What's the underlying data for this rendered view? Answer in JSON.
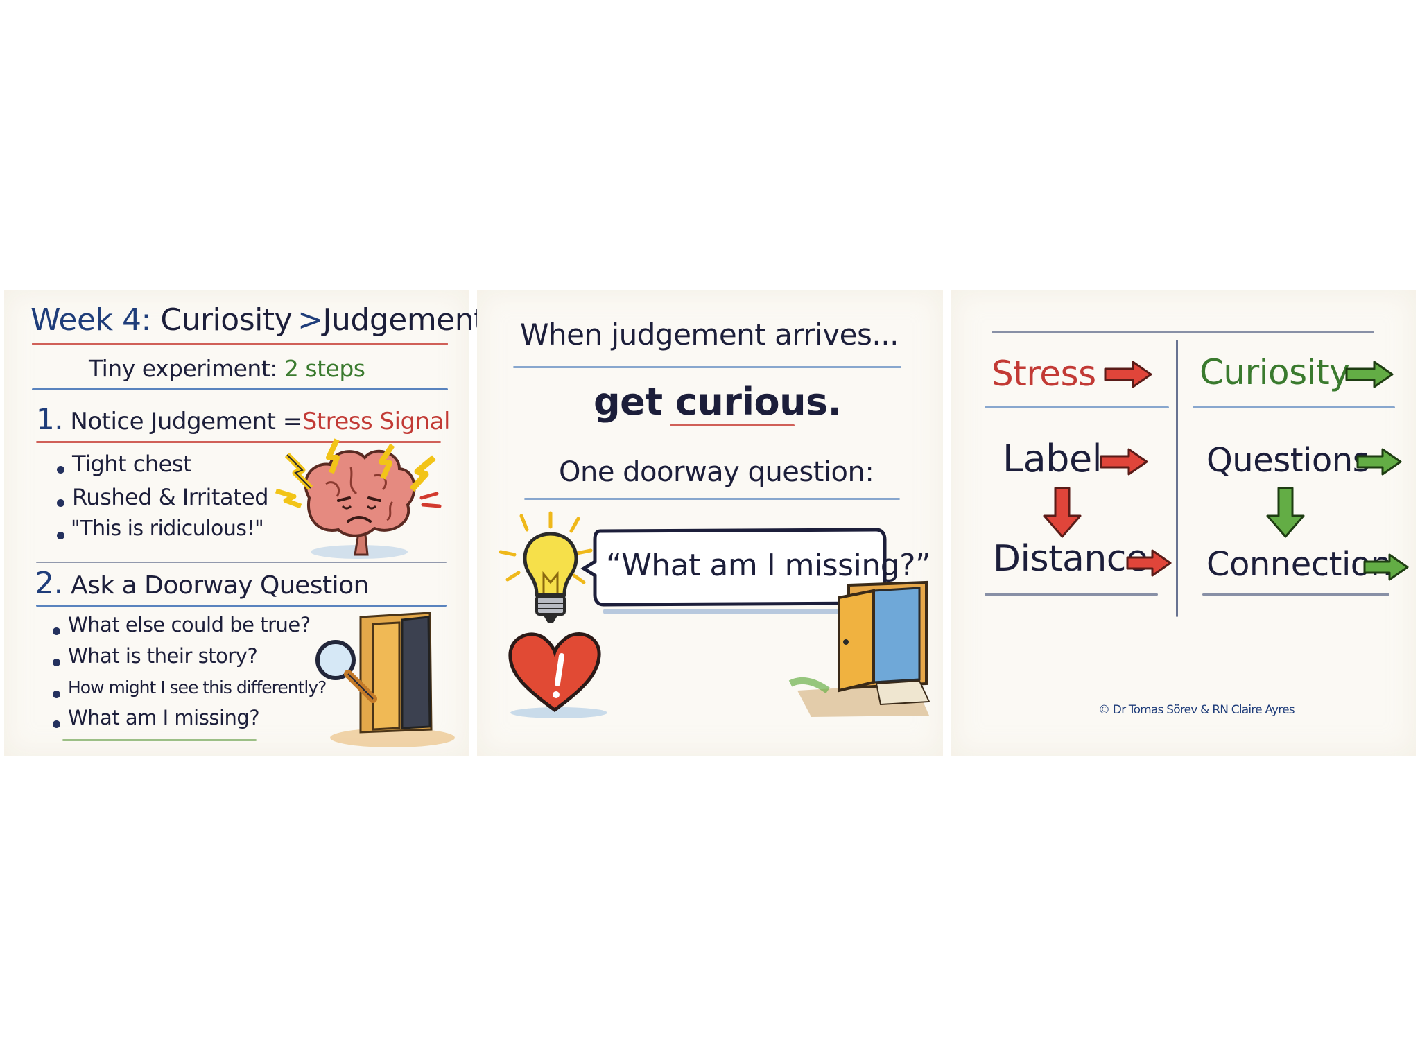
{
  "panel_left": {
    "title_prefix": "Week 4:",
    "title_a": "Curiosity",
    "title_op": ">",
    "title_b": "Judgement",
    "subtitle_prefix": "Tiny experiment:",
    "subtitle_steps": "2 steps",
    "step1_number": "1.",
    "step1_label": "Notice Judgement",
    "step1_equals": "=",
    "step1_signal": "Stress Signal",
    "step1_bullets": [
      "Tight chest",
      "Rushed & Irritated",
      "\"This is ridiculous!\""
    ],
    "step2_number": "2.",
    "step2_label": "Ask a Doorway Question",
    "step2_bullets": [
      "What else could be true?",
      "What is their story?",
      "How might I see this differently?",
      "What am I missing?"
    ]
  },
  "panel_middle": {
    "line1": "When judgement arrives...",
    "line2": "get curious.",
    "line3": "One doorway question:",
    "bubble": "“What am I missing?”"
  },
  "panel_right": {
    "left_col": [
      "Stress",
      "Label",
      "Distance"
    ],
    "right_col": [
      "Curiosity",
      "Questions",
      "Connection"
    ],
    "credit": "© Dr Tomas Sörev & RN Claire Ayres"
  },
  "colors": {
    "navy": "#1f3d7a",
    "red": "#c23a35",
    "green": "#3a7a2e",
    "ink": "#1c1e3a"
  }
}
